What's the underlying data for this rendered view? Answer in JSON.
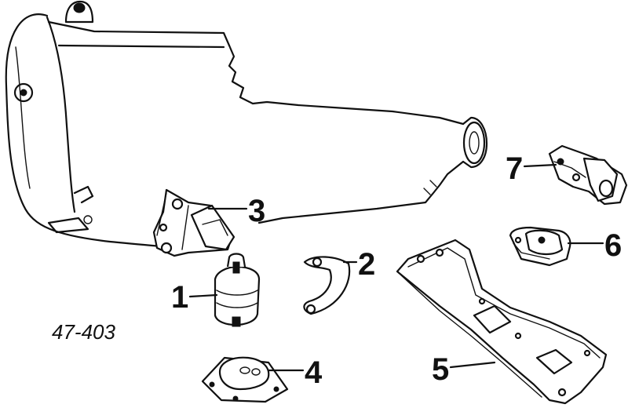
{
  "diagram": {
    "reference_code": "47-403",
    "callouts": [
      {
        "id": "1",
        "label": "1"
      },
      {
        "id": "2",
        "label": "2"
      },
      {
        "id": "3",
        "label": "3"
      },
      {
        "id": "4",
        "label": "4"
      },
      {
        "id": "5",
        "label": "5"
      },
      {
        "id": "6",
        "label": "6"
      },
      {
        "id": "7",
        "label": "7"
      }
    ]
  }
}
